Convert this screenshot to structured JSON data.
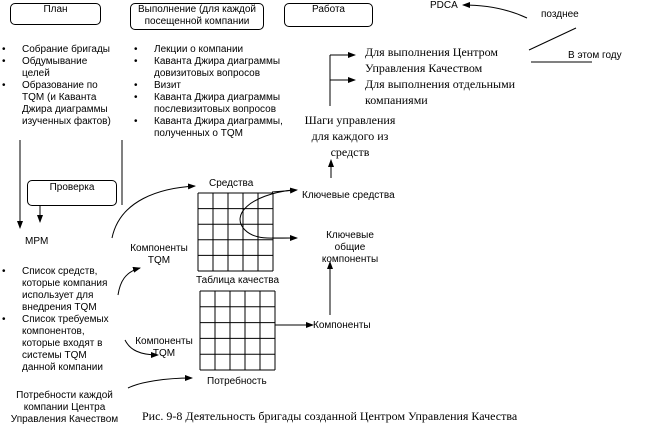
{
  "boxes": {
    "plan": "План",
    "execution": "Выполнение (для каждой посещенной компании",
    "work": "Работа",
    "check": "Проверка"
  },
  "plan_items": [
    "Собрание бригады",
    "Обдумывание целей",
    "Образование по TQM (и Каванта Джира диаграммы изученных фактов)"
  ],
  "execution_items": [
    "Лекции о компании",
    "Каванта Джира диаграммы довизитовых вопросов",
    "Визит",
    "Каванта Джира диаграммы послевизитовых вопросов",
    "Каванта Джира диаграммы, полученных о TQM"
  ],
  "pdca": "PDCA",
  "later": "позднее",
  "this_year": "В этом году",
  "for_center": "Для выполнения Центром Управления Качеством",
  "for_companies": "Для выполнения отдельными компаниями",
  "steps": "Шаги управления для каждого из средств",
  "means": "Средства",
  "key_means": "Ключевые средства",
  "key_common": "Ключевые общие компоненты",
  "mpm": "MPM",
  "mpm_items": [
    "Список средств, которые компания использует для внедрения TQM",
    "Список требуемых компонентов, которые входят в системы TQM данной компании"
  ],
  "tqm_components": "Компоненты TQM",
  "quality_table": "Таблица качества",
  "components": "Компоненты",
  "need": "Потребность",
  "needs_source": "Потребности каждой компании Центра Управления Качеством",
  "caption": "Рис. 9-8 Деятельность бригады созданной Центром Управления Качества"
}
